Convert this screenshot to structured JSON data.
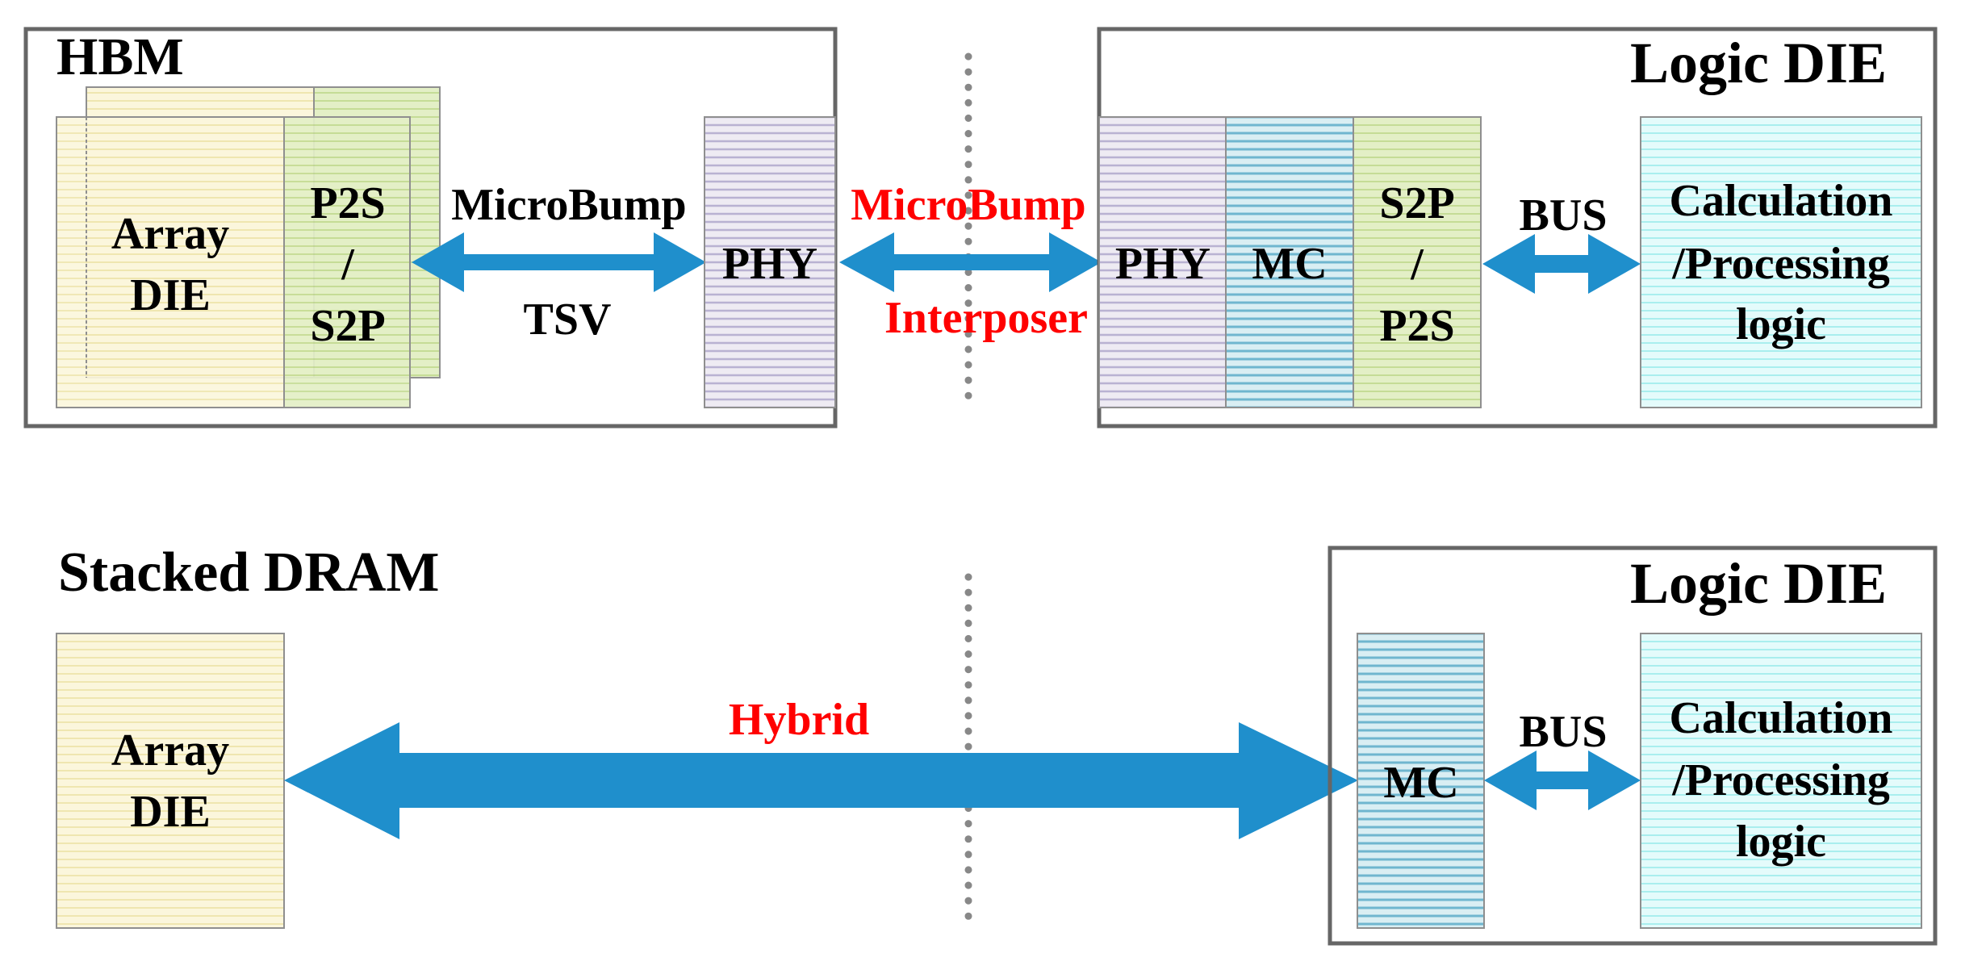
{
  "colors": {
    "frame": "#666666",
    "arrow": "#1F8FCC",
    "accent_text": "#FF0000",
    "text": "#000000",
    "array_fill": "#FBF6DC",
    "array_stripe": "#EFE6B0",
    "p2s_fill": "#E3EFC6",
    "p2s_stripe": "#C5DC96",
    "phy_fill": "#EEEBF3",
    "phy_stripe": "#B9B2D2",
    "mc_fill": "#D9EEF3",
    "mc_stripe": "#6FB6CF",
    "calc_fill": "#E4FBFB",
    "calc_stripe": "#A9EEEE",
    "divider": "#888888"
  },
  "top": {
    "hbm_title": "HBM",
    "array_die": [
      "Array",
      "DIE"
    ],
    "p2s_s2p": [
      "P2S",
      "/",
      "S2P"
    ],
    "microbump_label": "MicroBump",
    "tsv_label": "TSV",
    "hbm_phy": "PHY",
    "interface_microbump": "MicroBump",
    "interface_interposer": "Interposer",
    "logic_title": "Logic DIE",
    "logic_phy": "PHY",
    "logic_mc": "MC",
    "s2p_p2s": [
      "S2P",
      "/",
      "P2S"
    ],
    "bus_label": "BUS",
    "calc_logic": [
      "Calculation",
      "/Processing",
      "logic"
    ]
  },
  "bottom": {
    "stacked_title": "Stacked DRAM",
    "array_die": [
      "Array",
      "DIE"
    ],
    "hybrid_label": "Hybrid",
    "logic_title": "Logic DIE",
    "logic_mc": "MC",
    "bus_label": "BUS",
    "calc_logic": [
      "Calculation",
      "/Processing",
      "logic"
    ]
  },
  "icons": {
    "arrow": "double-headed-arrow",
    "divider": "dotted-vertical-line"
  }
}
